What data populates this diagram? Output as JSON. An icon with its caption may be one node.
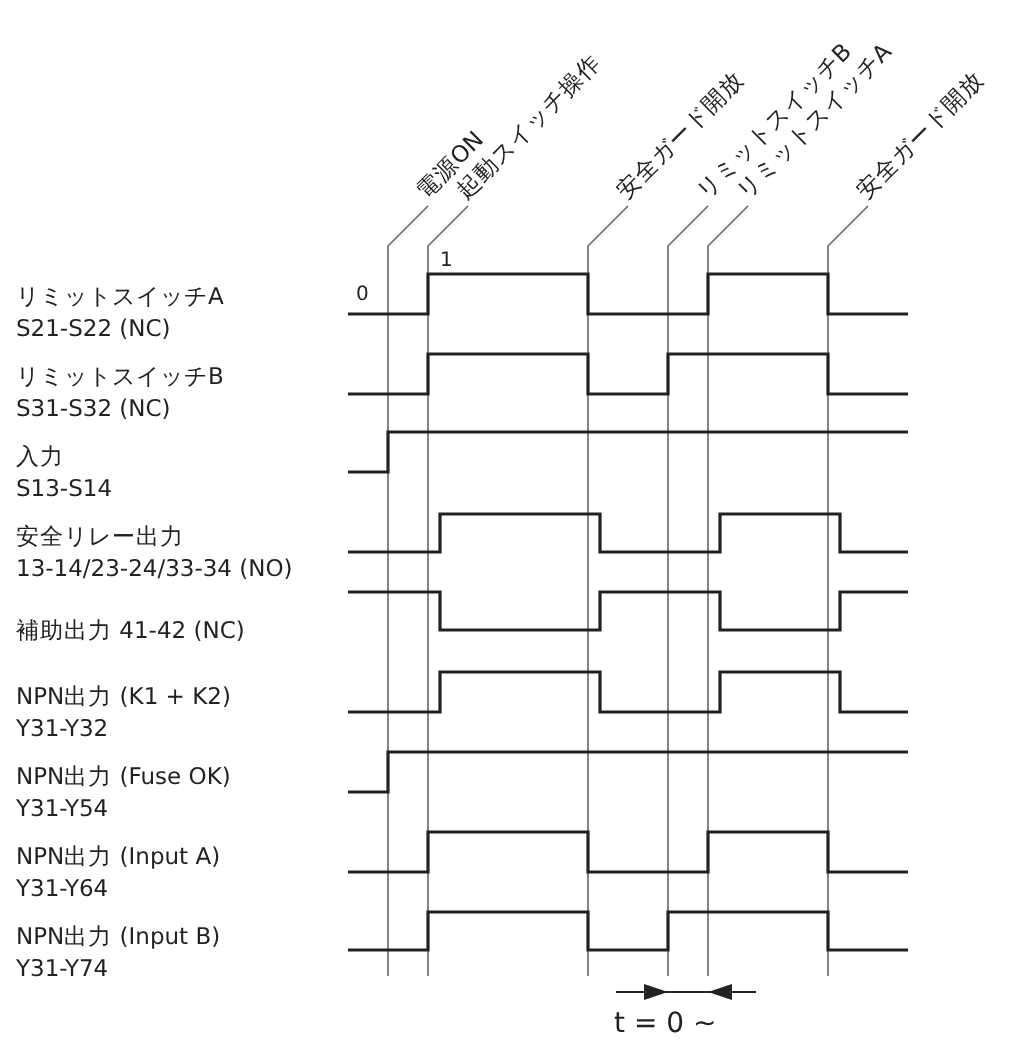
{
  "diagram": {
    "labels": [
      "電源ON",
      "起動スイッチ操作",
      "安全ガード開放",
      "リミットスイッチB",
      "リミットスイッチA",
      "安全ガード開放",
      "1",
      "リミットスイッチA",
      "0",
      "S21-S22 (NC)",
      "リミットスイッチB",
      "S31-S32 (NC)",
      "入力",
      "S13-S14",
      "安全リレー出力",
      "13-14/23-24/33-34 (NO)",
      "補助出力 41-42 (NC)",
      "NPN出力 (K1 + K2)",
      "Y31-Y32",
      "NPN出力 (Fuse OK)",
      "Y31-Y54",
      "NPN出力 (Input A)",
      "Y31-Y64",
      "NPN出力 (Input B)",
      "Y31-Y74",
      "t = 0 ~"
    ]
  }
}
